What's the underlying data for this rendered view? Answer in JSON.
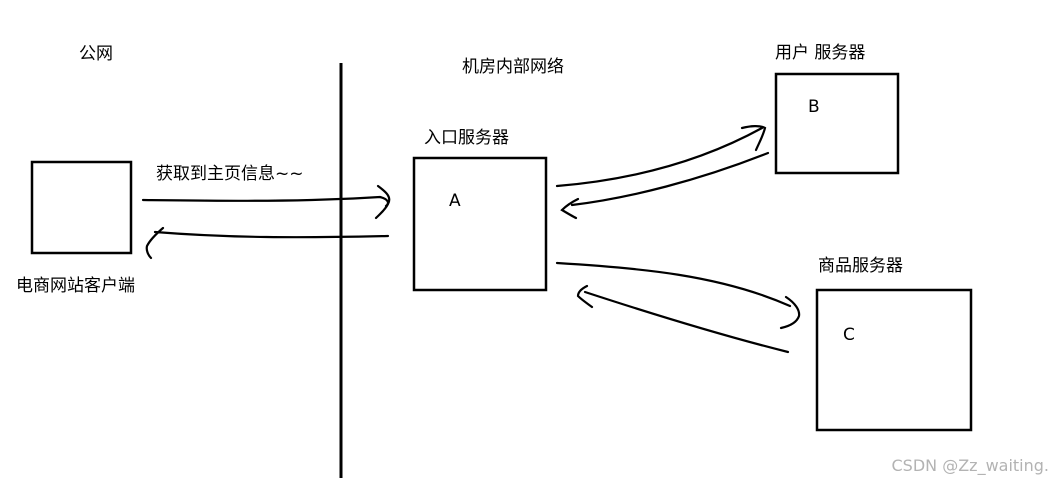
{
  "labels": {
    "public_network": "公网",
    "datacenter_network": "机房内部网络",
    "client": "电商网站客户端",
    "request": "获取到主页信息~~",
    "entry_server": "入口服务器",
    "user_server": "用户 服务器",
    "product_server": "商品服务器"
  },
  "boxes": {
    "a": "A",
    "b": "B",
    "c": "C"
  },
  "watermark": "CSDN @Zz_waiting.",
  "colors": {
    "stroke": "#000000",
    "background": "#ffffff",
    "watermark": "#b3b3b3"
  }
}
